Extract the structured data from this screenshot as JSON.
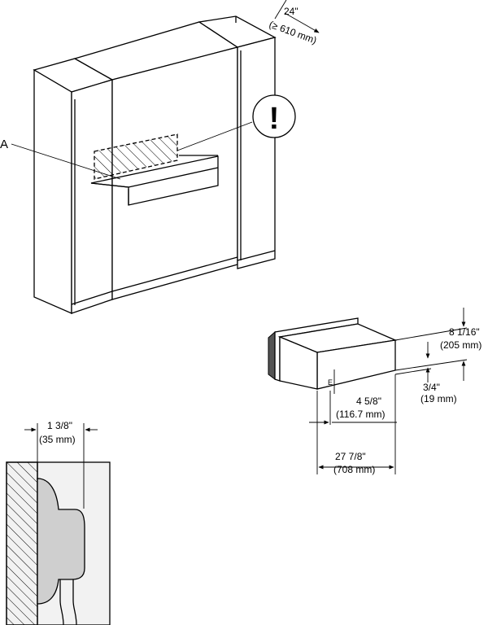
{
  "callout_a": "A",
  "warning_symbol": "!",
  "dims": {
    "cabinet_depth_in": "24\"",
    "cabinet_depth_mm": "(≥ 610 mm)",
    "height_in": "8 1/16\"",
    "height_mm": "(205 mm)",
    "offset_in": "3/4\"",
    "offset_mm": "(19 mm)",
    "front_in": "4 5/8\"",
    "front_mm": "(116.7 mm)",
    "depth_in": "27 7/8\"",
    "depth_mm": "(708 mm)",
    "plug_in": "1 3/8\"",
    "plug_mm": "(35 mm)",
    "drawer_mark": "E"
  },
  "icons": [
    "warning-icon",
    "hatch-pattern",
    "power-plug-icon"
  ]
}
